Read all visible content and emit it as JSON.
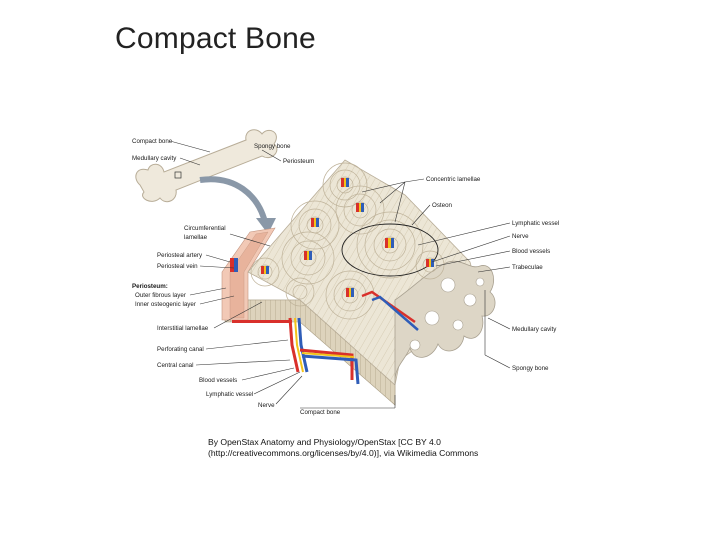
{
  "slide": {
    "title": "Compact Bone"
  },
  "figure": {
    "labels": {
      "compact_bone_top": "Compact bone",
      "medullary_cavity_top": "Medullary cavity",
      "spongy_bone_top": "Spongy bone",
      "periosteum_top": "Periosteum",
      "concentric_lamellae": "Concentric lamellae",
      "osteon": "Osteon",
      "lymphatic_vessel_right": "Lymphatic vessel",
      "nerve_right": "Nerve",
      "blood_vessels_right": "Blood vessels",
      "trabeculae": "Trabeculae",
      "circumferential_lamellae_1": "Circumferential",
      "circumferential_lamellae_2": "lamellae",
      "periosteal_artery": "Periosteal artery",
      "periosteal_vein": "Periosteal vein",
      "periosteum_heading": "Periosteum:",
      "outer_fibrous_layer": "Outer fibrous layer",
      "inner_osteogenic_layer": "Inner osteogenic layer",
      "interstitial_lamellae": "Interstitial lamellae",
      "perforating_canal": "Perforating canal",
      "central_canal": "Central canal",
      "blood_vessels_bottom": "Blood vessels",
      "lymphatic_vessel_bottom": "Lymphatic vessel",
      "nerve_bottom": "Nerve",
      "compact_bone_bottom": "Compact bone",
      "medullary_cavity_right": "Medullary cavity",
      "spongy_bone_right": "Spongy bone"
    },
    "colors": {
      "bone": "#ece6d6",
      "bone_dark": "#d8cfb8",
      "artery": "#d9302b",
      "vein": "#2f5db8",
      "nerve": "#f2c21a",
      "arrow": "#8a98a8"
    }
  },
  "credit": {
    "line1": "By OpenStax Anatomy and Physiology/OpenStax [CC BY 4.0",
    "line2": "(http://creativecommons.org/licenses/by/4.0)], via Wikimedia Commons"
  }
}
